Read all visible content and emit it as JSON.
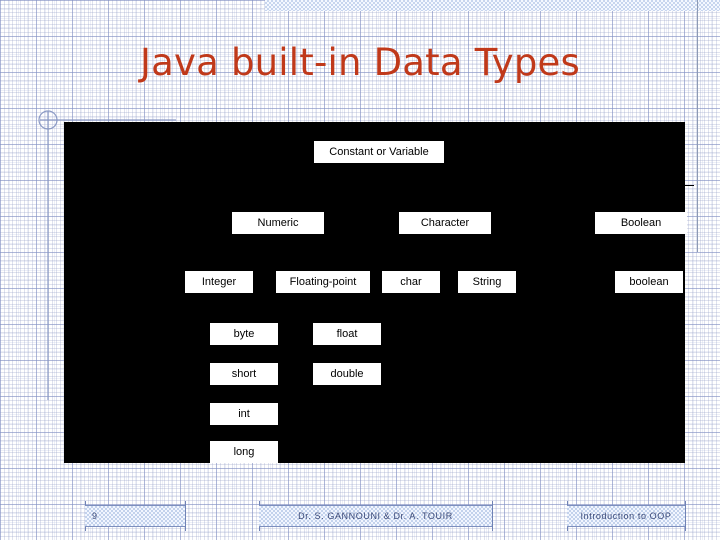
{
  "slide": {
    "title": "Java built-in Data Types",
    "title_color": "#c0391a",
    "panel_color": "#000000",
    "node_color": "#ffffff"
  },
  "diagram": {
    "type": "tree",
    "root": {
      "label": "Constant or Variable"
    },
    "level2": [
      {
        "label": "Numeric"
      },
      {
        "label": "Character"
      },
      {
        "label": "Boolean"
      }
    ],
    "level3": [
      {
        "label": "Integer",
        "parent": "Numeric"
      },
      {
        "label": "Floating-point",
        "parent": "Numeric"
      },
      {
        "label": "char",
        "parent": "Character"
      },
      {
        "label": "String",
        "parent": "Character"
      },
      {
        "label": "boolean",
        "parent": "Boolean"
      }
    ],
    "integer_types": [
      {
        "label": "byte"
      },
      {
        "label": "short"
      },
      {
        "label": "int"
      },
      {
        "label": "long"
      }
    ],
    "floating_types": [
      {
        "label": "float"
      },
      {
        "label": "double"
      }
    ]
  },
  "footer": {
    "page_number": "9",
    "authors": "Dr. S. GANNOUNI & Dr. A. TOUIR",
    "course": "Introduction to OOP"
  }
}
